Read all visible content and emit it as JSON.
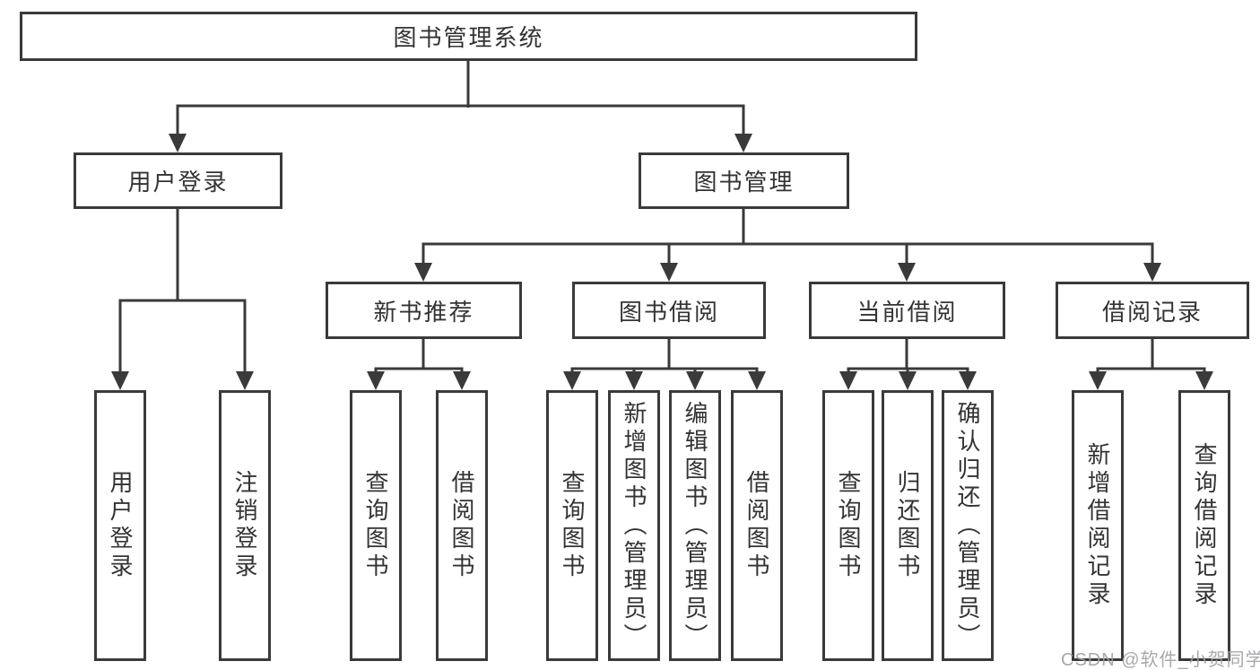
{
  "diagram": {
    "title": "图书管理系统",
    "nodes": {
      "root": {
        "label": "图书管理系统"
      },
      "user_login": {
        "label": "用户登录"
      },
      "book_mgmt": {
        "label": "图书管理"
      },
      "new_book_rec": {
        "label": "新书推荐"
      },
      "book_borrow": {
        "label": "图书借阅"
      },
      "current_borrow": {
        "label": "当前借阅"
      },
      "borrow_record": {
        "label": "借阅记录"
      },
      "leaf_user_login": {
        "label": "用户登录"
      },
      "leaf_logout": {
        "label": "注销登录"
      },
      "leaf_nb_query": {
        "label": "查询图书"
      },
      "leaf_nb_borrow": {
        "label": "借阅图书"
      },
      "leaf_bb_query": {
        "label": "查询图书"
      },
      "leaf_bb_add": {
        "label": "新增图书（管理员）"
      },
      "leaf_bb_edit": {
        "label": "编辑图书（管理员）"
      },
      "leaf_bb_borrow": {
        "label": "借阅图书"
      },
      "leaf_cb_query": {
        "label": "查询图书"
      },
      "leaf_cb_return": {
        "label": "归还图书"
      },
      "leaf_cb_confirm": {
        "label": "确认归还（管理员）"
      },
      "leaf_br_add": {
        "label": "新增借阅记录"
      },
      "leaf_br_query": {
        "label": "查询借阅记录"
      }
    },
    "edges": [
      "root->user_login",
      "root->book_mgmt",
      "user_login->leaf_user_login",
      "user_login->leaf_logout",
      "book_mgmt->new_book_rec",
      "book_mgmt->book_borrow",
      "book_mgmt->current_borrow",
      "book_mgmt->borrow_record",
      "new_book_rec->leaf_nb_query",
      "new_book_rec->leaf_nb_borrow",
      "book_borrow->leaf_bb_query",
      "book_borrow->leaf_bb_add",
      "book_borrow->leaf_bb_edit",
      "book_borrow->leaf_bb_borrow",
      "current_borrow->leaf_cb_query",
      "current_borrow->leaf_cb_return",
      "current_borrow->leaf_cb_confirm",
      "borrow_record->leaf_br_add",
      "borrow_record->leaf_br_query"
    ],
    "colors": {
      "line": "#3a3a3a",
      "text": "#333333",
      "box_background": "#ffffff",
      "watermark": "#a0a0a4",
      "page_background": "#ffffff"
    }
  },
  "watermark": {
    "text": "CSDN @软件_小贺同学"
  }
}
